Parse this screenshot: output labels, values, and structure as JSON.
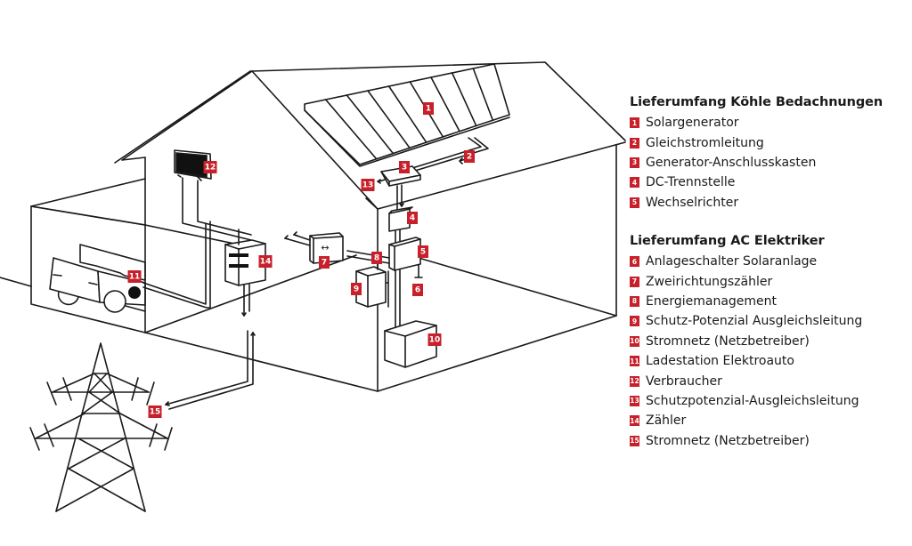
{
  "colors": {
    "accent": "#c8202a",
    "line": "#1a1a1a",
    "background": "#ffffff"
  },
  "legend_groups": [
    {
      "title": "Lieferumfang Köhle Bedachnungen",
      "items": [
        {
          "num": "1",
          "label": "Solargenerator"
        },
        {
          "num": "2",
          "label": "Gleichstromleitung"
        },
        {
          "num": "3",
          "label": "Generator-Anschlusskasten"
        },
        {
          "num": "4",
          "label": "DC-Trennstelle"
        },
        {
          "num": "5",
          "label": "Wechselrichter"
        }
      ]
    },
    {
      "title": "Lieferumfang AC Elektriker",
      "items": [
        {
          "num": "6",
          "label": "Anlageschalter Solaranlage"
        },
        {
          "num": "7",
          "label": "Zweirichtungszähler"
        },
        {
          "num": "8",
          "label": "Energiemanagement"
        },
        {
          "num": "9",
          "label": "Schutz-Potenzial Ausgleichsleitung"
        },
        {
          "num": "10",
          "label": "Stromnetz (Netzbetreiber)"
        },
        {
          "num": "11",
          "label": "Ladestation Elektroauto"
        },
        {
          "num": "12",
          "label": "Verbraucher"
        },
        {
          "num": "13",
          "label": "Schutzpotenzial-Ausgleichsleitung"
        },
        {
          "num": "14",
          "label": "Zähler"
        },
        {
          "num": "15",
          "label": "Stromnetz (Netzbetreiber)"
        }
      ]
    }
  ],
  "diagram": {
    "components": [
      {
        "num": "1",
        "name": "solar-panel-array",
        "icon": "solar-panel-icon"
      },
      {
        "num": "2",
        "name": "dc-cable",
        "icon": "cable-icon"
      },
      {
        "num": "3",
        "name": "generator-junction-box",
        "icon": "junction-box-icon"
      },
      {
        "num": "4",
        "name": "dc-disconnect",
        "icon": "disconnect-box-icon"
      },
      {
        "num": "5",
        "name": "inverter",
        "icon": "inverter-box-icon"
      },
      {
        "num": "6",
        "name": "system-switch",
        "icon": "switch-icon"
      },
      {
        "num": "7",
        "name": "bidirectional-meter",
        "icon": "bidirectional-arrow-icon"
      },
      {
        "num": "8",
        "name": "energy-management",
        "icon": "connector-icon"
      },
      {
        "num": "9",
        "name": "equipotential-bonding-box",
        "icon": "box-icon"
      },
      {
        "num": "10",
        "name": "grid-cabinet",
        "icon": "cabinet-icon"
      },
      {
        "num": "11",
        "name": "ev-charging-station",
        "icon": "charger-plug-icon"
      },
      {
        "num": "12",
        "name": "consumer-tv",
        "icon": "tv-icon"
      },
      {
        "num": "13",
        "name": "equipotential-bonding-line",
        "icon": "arrow-left-icon"
      },
      {
        "num": "14",
        "name": "electricity-meter",
        "icon": "meter-icon"
      },
      {
        "num": "15",
        "name": "power-grid-pylon",
        "icon": "pylon-icon"
      }
    ],
    "bidirectional_symbol": "↔"
  }
}
